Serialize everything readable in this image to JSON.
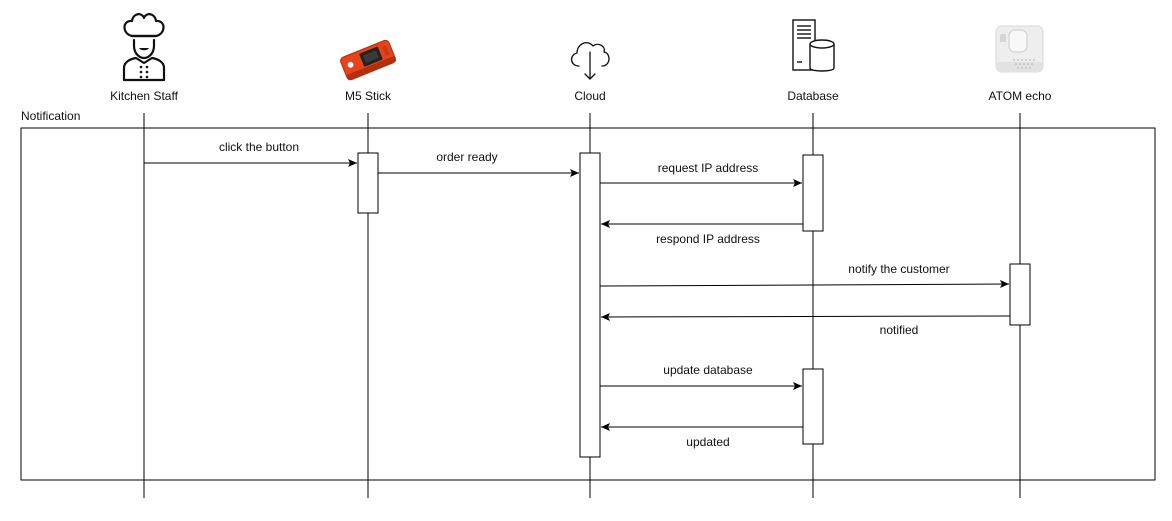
{
  "frame": {
    "label": "Notification"
  },
  "participants": [
    {
      "id": "kitchen_staff",
      "label": "Kitchen Staff",
      "icon": "chef-icon"
    },
    {
      "id": "m5_stick",
      "label": "M5 Stick",
      "icon": "m5-stick-device-icon"
    },
    {
      "id": "cloud",
      "label": "Cloud",
      "icon": "cloud-download-icon"
    },
    {
      "id": "database",
      "label": "Database",
      "icon": "server-database-icon"
    },
    {
      "id": "atom_echo",
      "label": "ATOM echo",
      "icon": "atom-echo-device-icon"
    }
  ],
  "messages": [
    {
      "from": "kitchen_staff",
      "to": "m5_stick",
      "label": "click the button"
    },
    {
      "from": "m5_stick",
      "to": "cloud",
      "label": "order ready"
    },
    {
      "from": "cloud",
      "to": "database",
      "label": "request IP address"
    },
    {
      "from": "database",
      "to": "cloud",
      "label": "respond IP address"
    },
    {
      "from": "cloud",
      "to": "atom_echo",
      "label": "notify the customer"
    },
    {
      "from": "atom_echo",
      "to": "cloud",
      "label": "notified"
    },
    {
      "from": "cloud",
      "to": "database",
      "label": "update database"
    },
    {
      "from": "database",
      "to": "cloud",
      "label": "updated"
    }
  ],
  "colors": {
    "line": "#000000",
    "activation_fill": "#ffffff",
    "m5_body": "#e8421a",
    "m5_shadow": "#b22e0c",
    "atom_body": "#eeeeee",
    "icon_stroke": "#111111"
  }
}
